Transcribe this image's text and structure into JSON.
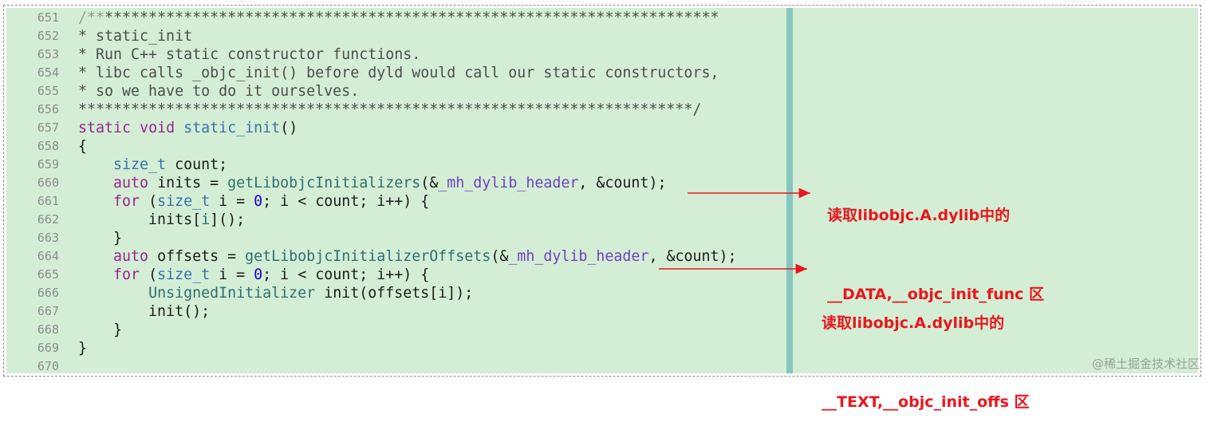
{
  "editor": {
    "lines": [
      {
        "n": "651",
        "segs": [
          {
            "c": "cm-soft",
            "t": "/**"
          },
          {
            "c": "cm",
            "t": "**********************************************************************"
          }
        ]
      },
      {
        "n": "652",
        "segs": [
          {
            "c": "cm",
            "t": "* static_init"
          }
        ]
      },
      {
        "n": "653",
        "segs": [
          {
            "c": "cm",
            "t": "* Run C++ static constructor functions."
          }
        ]
      },
      {
        "n": "654",
        "segs": [
          {
            "c": "cm",
            "t": "* libc calls _objc_init() before dyld would call our static constructors,"
          }
        ]
      },
      {
        "n": "655",
        "segs": [
          {
            "c": "cm",
            "t": "* so we have to do it ourselves."
          }
        ]
      },
      {
        "n": "656",
        "segs": [
          {
            "c": "cm",
            "t": "**********************************************************************/"
          }
        ]
      },
      {
        "n": "657",
        "segs": [
          {
            "c": "kw",
            "t": "static"
          },
          {
            "c": "",
            "t": " "
          },
          {
            "c": "kw",
            "t": "void"
          },
          {
            "c": "",
            "t": " "
          },
          {
            "c": "ty",
            "t": "static_init"
          },
          {
            "c": "",
            "t": "()"
          }
        ]
      },
      {
        "n": "658",
        "segs": [
          {
            "c": "",
            "t": "{"
          }
        ]
      },
      {
        "n": "659",
        "segs": [
          {
            "c": "",
            "t": "    "
          },
          {
            "c": "ty",
            "t": "size_t"
          },
          {
            "c": "",
            "t": " count;"
          }
        ]
      },
      {
        "n": "660",
        "segs": [
          {
            "c": "",
            "t": "    "
          },
          {
            "c": "kw",
            "t": "auto"
          },
          {
            "c": "",
            "t": " inits = "
          },
          {
            "c": "fn",
            "t": "getLibobjcInitializers"
          },
          {
            "c": "",
            "t": "(&"
          },
          {
            "c": "mac",
            "t": "_mh_dylib_header"
          },
          {
            "c": "",
            "t": ", &count);"
          }
        ]
      },
      {
        "n": "661",
        "segs": [
          {
            "c": "",
            "t": "    "
          },
          {
            "c": "kw",
            "t": "for"
          },
          {
            "c": "",
            "t": " ("
          },
          {
            "c": "ty",
            "t": "size_t"
          },
          {
            "c": "",
            "t": " i = "
          },
          {
            "c": "num",
            "t": "0"
          },
          {
            "c": "",
            "t": "; i < count; i++) {"
          }
        ]
      },
      {
        "n": "662",
        "segs": [
          {
            "c": "",
            "t": "        inits["
          },
          {
            "c": "fn",
            "t": "i"
          },
          {
            "c": "",
            "t": "]();"
          }
        ]
      },
      {
        "n": "663",
        "segs": [
          {
            "c": "",
            "t": "    }"
          }
        ]
      },
      {
        "n": "664",
        "segs": [
          {
            "c": "",
            "t": "    "
          },
          {
            "c": "kw",
            "t": "auto"
          },
          {
            "c": "",
            "t": " offsets = "
          },
          {
            "c": "fn",
            "t": "getLibobjcInitializerOffsets"
          },
          {
            "c": "",
            "t": "(&"
          },
          {
            "c": "mac",
            "t": "_mh_dylib_header"
          },
          {
            "c": "",
            "t": ", &count);"
          }
        ]
      },
      {
        "n": "665",
        "segs": [
          {
            "c": "",
            "t": "    "
          },
          {
            "c": "kw",
            "t": "for"
          },
          {
            "c": "",
            "t": " ("
          },
          {
            "c": "ty",
            "t": "size_t"
          },
          {
            "c": "",
            "t": " i = "
          },
          {
            "c": "num",
            "t": "0"
          },
          {
            "c": "",
            "t": "; i < count; i++) {"
          }
        ]
      },
      {
        "n": "666",
        "segs": [
          {
            "c": "",
            "t": "        "
          },
          {
            "c": "fn",
            "t": "UnsignedInitializer"
          },
          {
            "c": "",
            "t": " init(offsets[i]);"
          }
        ]
      },
      {
        "n": "667",
        "segs": [
          {
            "c": "",
            "t": "        init();"
          }
        ]
      },
      {
        "n": "668",
        "segs": [
          {
            "c": "",
            "t": "    }"
          }
        ]
      },
      {
        "n": "669",
        "segs": [
          {
            "c": "",
            "t": "}"
          }
        ]
      },
      {
        "n": "670",
        "segs": []
      }
    ]
  },
  "annotations": {
    "first": {
      "line1": "读取libobjc.A.dylib中的",
      "line2": "__DATA,__objc_init_func 区"
    },
    "second": {
      "line1": "读取libobjc.A.dylib中的",
      "line2": "__TEXT,__objc_init_offs 区"
    }
  },
  "watermark": "@稀土掘金技术社区",
  "colors": {
    "background": "#d3eed4",
    "keyword": "#9b2393",
    "type": "#3a6fb0",
    "function": "#326d74",
    "macro": "#6f42c1",
    "annotation": "#e8171d",
    "divider": "#86c6c0"
  }
}
